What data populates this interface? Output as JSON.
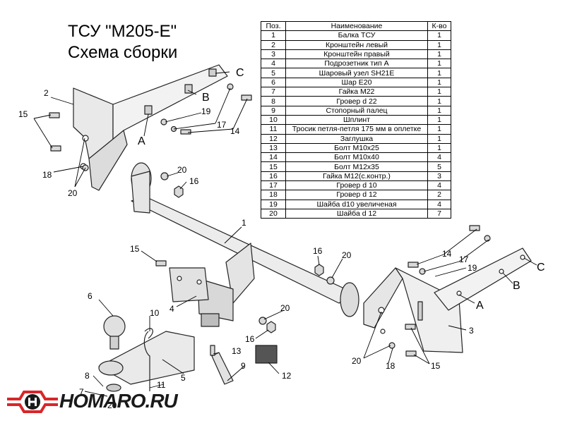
{
  "title": {
    "line1": "ТСУ \"M205-E\"",
    "line2": "Схема сборки"
  },
  "table": {
    "headers": [
      "Поз.",
      "Наименование",
      "К-во"
    ],
    "rows": [
      [
        "1",
        "Балка ТСУ",
        "1"
      ],
      [
        "2",
        "Кронштейн левый",
        "1"
      ],
      [
        "3",
        "Кронштейн правый",
        "1"
      ],
      [
        "4",
        "Подрозетник тип А",
        "1"
      ],
      [
        "5",
        "Шаровый узел SH21E",
        "1"
      ],
      [
        "6",
        "Шар E20",
        "1"
      ],
      [
        "7",
        "Гайка M22",
        "1"
      ],
      [
        "8",
        "Гровер d 22",
        "1"
      ],
      [
        "9",
        "Стопорный палец",
        "1"
      ],
      [
        "10",
        "Шплинт",
        "1"
      ],
      [
        "11",
        "Тросик петля-петля 175 мм в оплетке",
        "1"
      ],
      [
        "12",
        "Заглушка",
        "1"
      ],
      [
        "13",
        "Болт M10x25",
        "1"
      ],
      [
        "14",
        "Болт M10x40",
        "4"
      ],
      [
        "15",
        "Болт M12x35",
        "5"
      ],
      [
        "16",
        "Гайка M12(с.контр.)",
        "3"
      ],
      [
        "17",
        "Гровер d 10",
        "4"
      ],
      [
        "18",
        "Гровер d 12",
        "2"
      ],
      [
        "19",
        "Шайба d10 увеличеная",
        "4"
      ],
      [
        "20",
        "Шайба d 12",
        "7"
      ]
    ]
  },
  "callouts": {
    "n1": "1",
    "n2": "2",
    "n3": "3",
    "n4": "4",
    "n5": "5",
    "n6": "6",
    "n7": "7",
    "n8": "8",
    "n9": "9",
    "n10": "10",
    "n11": "11",
    "n12": "12",
    "n13": "13",
    "n14a": "14",
    "n14b": "14",
    "n15a": "15",
    "n15b": "15",
    "n15c": "15",
    "n16a": "16",
    "n16b": "16",
    "n16c": "16",
    "n17a": "17",
    "n17b": "17",
    "n18a": "18",
    "n18b": "18",
    "n19a": "19",
    "n19b": "19",
    "n20a": "20",
    "n20b": "20",
    "n20c": "20",
    "n20d": "20",
    "n20e": "20",
    "n20f": "20",
    "A1": "A",
    "B1": "B",
    "C1": "C",
    "A2": "A",
    "B2": "B",
    "C2": "C"
  },
  "logo": {
    "text": "HOMARO.RU",
    "colors": {
      "red": "#d8262a",
      "dark": "#1a1a1a"
    }
  }
}
